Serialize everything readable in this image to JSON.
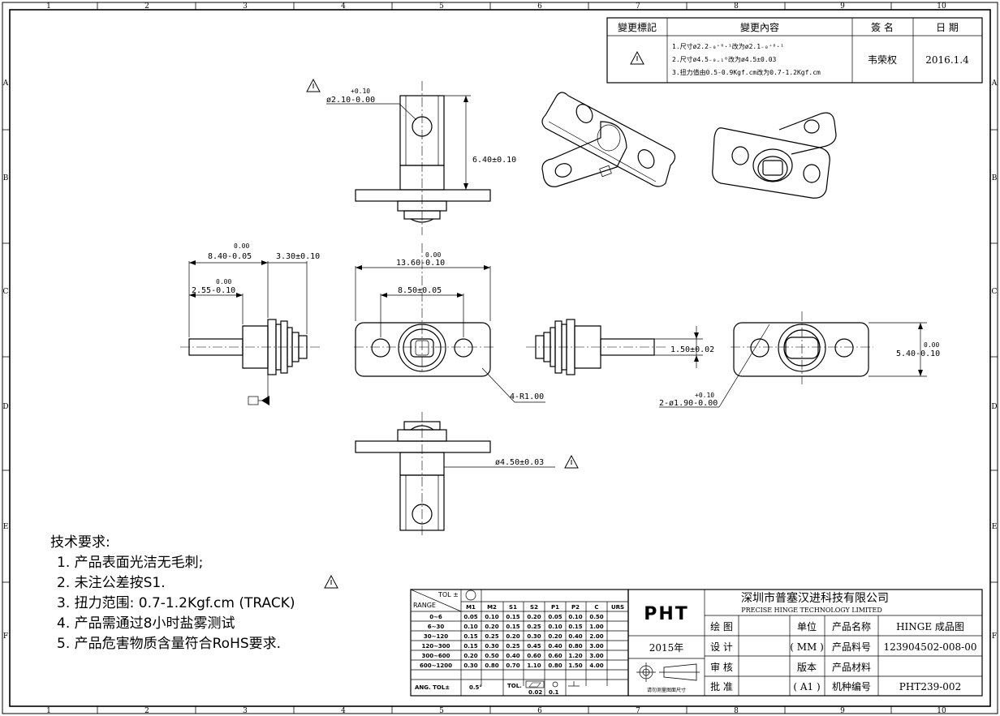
{
  "border": {
    "columns": [
      "1",
      "2",
      "3",
      "4",
      "5",
      "6",
      "7",
      "8",
      "9",
      "10"
    ],
    "rows": [
      "A",
      "B",
      "C",
      "D",
      "E",
      "F"
    ]
  },
  "revision": {
    "headers": {
      "mark": "變更標記",
      "content": "變更內容",
      "sign": "簽  名",
      "date": "日  期"
    },
    "lines": [
      "1.尺寸ø2.2₋₀⁺⁰·¹改为ø2.1₋₀⁺⁰·¹",
      "2.尺寸ø4.5₋₀.₁⁰改为ø4.5±0.03",
      "3.扭力值由0.5-0.9Kgf.cm改为0.7-1.2Kgf.cm"
    ],
    "signer": "韦荣权",
    "date": "2016.1.4"
  },
  "dimensions": {
    "d1_tol": "+0.10",
    "d1_main": "ø2.10-0.00",
    "d2": "6.40±0.10",
    "d3_tol": "0.00",
    "d3_main": "8.40-0.05",
    "d4": "3.30±0.10",
    "d5_tol": "0.00",
    "d5_main": "2.55-0.10",
    "d6_tol": "0.00",
    "d6_main": "13.60-0.10",
    "d7": "8.50±0.05",
    "d8": "4-R1.00",
    "d9": "1.50±0.02",
    "d10_tol": "0.00",
    "d10_main": "5.40-0.10",
    "d11_tol": "+0.10",
    "d11_main": "2-ø1.90-0.00",
    "d12": "ø4.50±0.03"
  },
  "requirements": {
    "title": "技术要求:",
    "items": [
      "1. 产品表面光洁无毛刺;",
      "2. 未注公差按S1.",
      "3. 扭力范围:  0.7-1.2Kgf.cm (TRACK)",
      "4. 产品需通过8小时盐雾测试",
      "5. 产品危害物质含量符合RoHS要求."
    ]
  },
  "tolerance_table": {
    "corner_top": "TOL ±",
    "corner_bottom": "RANGE",
    "headers": [
      "M1",
      "M2",
      "S1",
      "S2",
      "P1",
      "P2",
      "C",
      "URS"
    ],
    "rows": [
      {
        "range": "0~6",
        "values": [
          "0.05",
          "0.10",
          "0.15",
          "0.20",
          "0.05",
          "0.10",
          "0.50",
          ""
        ]
      },
      {
        "range": "6~30",
        "values": [
          "0.10",
          "0.20",
          "0.15",
          "0.25",
          "0.10",
          "0.15",
          "1.00",
          ""
        ]
      },
      {
        "range": "30~120",
        "values": [
          "0.15",
          "0.25",
          "0.20",
          "0.30",
          "0.20",
          "0.40",
          "2.00",
          ""
        ]
      },
      {
        "range": "120~300",
        "values": [
          "0.15",
          "0.30",
          "0.25",
          "0.45",
          "0.40",
          "0.80",
          "3.00",
          ""
        ]
      },
      {
        "range": "300~600",
        "values": [
          "0.20",
          "0.50",
          "0.40",
          "0.60",
          "0.60",
          "1.20",
          "3.00",
          ""
        ]
      },
      {
        "range": "600~1200",
        "values": [
          "0.30",
          "0.80",
          "0.70",
          "1.10",
          "0.80",
          "1.50",
          "4.00",
          ""
        ]
      }
    ],
    "ang_label": "ANG.  TOL±",
    "ang_value": "0.5°",
    "tol_label": "TOL.",
    "flat_value": "0.02",
    "pos_value": "0.1"
  },
  "title_block": {
    "logo": "PHT",
    "year": "2015年",
    "projection_note": "请勿测量图面尺寸",
    "company_cn": "深圳市普塞汉进科技有限公司",
    "company_en": "PRECISE HINGE TECHNOLOGY LIMITED",
    "labels": {
      "draw": "绘  图",
      "design": "设  计",
      "review": "审  核",
      "approve": "批  准",
      "unit": "单位",
      "version": "版本",
      "name": "产品名称",
      "part_no": "产品料号",
      "material": "产品材料",
      "model": "机种编号"
    },
    "unit": "( MM )",
    "version": "( A1 )",
    "name": "HINGE 成品图",
    "part_no": "123904502-008-00",
    "material": "",
    "model": "PHT239-002"
  }
}
